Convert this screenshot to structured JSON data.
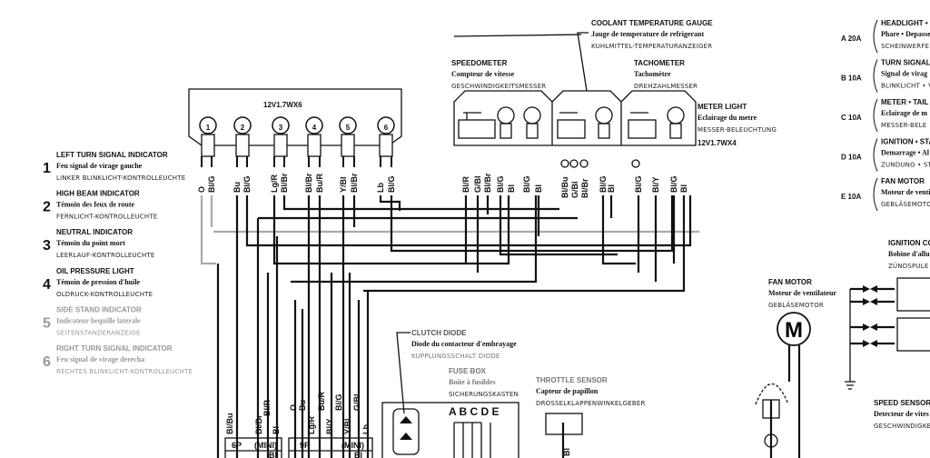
{
  "indicator_panel": {
    "spec": "12V1.7WX6",
    "bulbs": [
      "1",
      "2",
      "3",
      "4",
      "5",
      "6"
    ],
    "wire_labels": [
      "O",
      "Bl/G",
      "Bu",
      "Bl/G",
      "Lg/R",
      "Bl/Br",
      "Bl/Br",
      "Bu/R",
      "Y/Bl",
      "Bl/Br",
      "Lb",
      "Bl/G"
    ]
  },
  "legend": [
    {
      "num": "1",
      "en": "LEFT TURN SIGNAL INDICATOR",
      "fr": "Feu signal de virage gauche",
      "de": "LINKER BLINKLICHT-KONTROLLEUCHTE"
    },
    {
      "num": "2",
      "en": "HIGH BEAM INDICATOR",
      "fr": "Témoin des feux de route",
      "de": "FERNLICHT-KONTROLLEUCHTE"
    },
    {
      "num": "3",
      "en": "NEUTRAL INDICATOR",
      "fr": "Témoin du point mort",
      "de": "LEERLAUF-KONTROLLEUCHTE"
    },
    {
      "num": "4",
      "en": "OIL PRESSURE LIGHT",
      "fr": "Témoin de pression d'huile",
      "de": "OLDRUCK-KONTROLLEUCHTE"
    },
    {
      "num": "5",
      "en": "SIDE STAND INDICATOR",
      "fr": "Indicateur bequille laterale",
      "de": "SEITENSTANDERANZEIGE"
    },
    {
      "num": "6",
      "en": "RIGHT TURN SIGNAL INDICATOR",
      "fr": "Feu signal de virage derecha",
      "de": "RECHTES BLINKLICHT-KONTROLLEUCHTE"
    }
  ],
  "meters": {
    "coolant": {
      "en": "COOLANT TEMPERATURE GAUGE",
      "fr": "Jauge de temperature de refrigerant",
      "de": "KUHLMITTEL-TEMPERATURANZEIGER"
    },
    "speedometer": {
      "en": "SPEEDOMETER",
      "fr": "Compteur de vitesse",
      "de": "GESCHWINDIGKEITSMESSER"
    },
    "tachometer": {
      "en": "TACHOMETER",
      "fr": "Tachomètre",
      "de": "DREHZAHLMESSER"
    },
    "meter_light": {
      "en": "METER LIGHT",
      "fr": "Eclairage du metre",
      "de": "MESSER-BELEUCHTUNG",
      "spec": "12V1.7WX4"
    },
    "wire_labels": [
      "Bl/R",
      "G/Bl",
      "Bl/Br",
      "Bl/G",
      "Bl",
      "Bl/G",
      "Bl",
      "Bl/Bu",
      "G/Bl",
      "Bl/Br",
      "Bl/G",
      "Bl",
      "Bl/G",
      "Bl/Y",
      "Bl/G",
      "Bl"
    ]
  },
  "fuses": [
    {
      "id": "A 20A",
      "en": "HEADLIGHT • P",
      "fr": "Phare • Depasse",
      "de": "SCHEINWERFE"
    },
    {
      "id": "B 10A",
      "en": "TURN SIGNAL",
      "fr": "Signal de virag",
      "de": "BLINKLICHT • V"
    },
    {
      "id": "C 10A",
      "en": "METER • TAIL",
      "fr": "Eclairage de m",
      "de": "MESSER-BELE"
    },
    {
      "id": "D 10A",
      "en": "IGNITION • STA",
      "fr": "Demarrage • Al",
      "de": "ZUNDUNG • STA"
    },
    {
      "id": "E 10A",
      "en": "FAN MOTOR",
      "fr": "Moteur de venti",
      "de": "GEBLÄSEMOTO"
    }
  ],
  "ignition_coil": {
    "en": "IGNITION CO",
    "fr": "Bobine d'allum",
    "de": "ZÜNDSPULE"
  },
  "fan_motor": {
    "en": "FAN MOTOR",
    "fr": "Moteur de ventilateur",
    "de": "GEBLÄSEMOTOR",
    "symbol": "M"
  },
  "speed_sensor": {
    "en": "SPEED SENSOR",
    "fr": "Detecteur de vites",
    "de": "GESCHWINDIGKEI"
  },
  "clutch_diode": {
    "en": "CLUTCH DIODE",
    "fr": "Diode du contacteur d'embrayage",
    "de": "KUPPLUNGSSCHALT DIODE"
  },
  "fuse_box": {
    "en": "FUSE BOX",
    "fr": "Boite à fusibles",
    "de": "SICHERUNGSKASTEN",
    "letters": "A B C D E"
  },
  "throttle_sensor": {
    "en": "THROTTLE SENSOR",
    "fr": "Capteur de papillon",
    "de": "DROSSELKLAPPENWINKELGEBER",
    "wire": "Bl"
  },
  "connectors": {
    "six_p": {
      "label": "6P",
      "type": "(MINI)",
      "color": "Bl",
      "wire_labels": [
        "Bl/Bu",
        "Bl/Br",
        "Bl/R",
        "Bl"
      ]
    },
    "nine_p": {
      "label": "9P",
      "type": "(MINI)",
      "color": "Bl",
      "wire_labels": [
        "O",
        "Bu",
        "Lg/R",
        "Bu/R",
        "Bl/Y",
        "Bl/G",
        "Y/Bl",
        "G/Bl",
        "Lb"
      ]
    }
  }
}
